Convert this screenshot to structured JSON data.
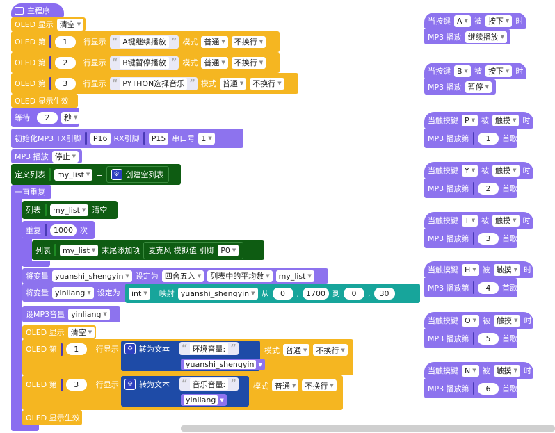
{
  "main": {
    "title": "主程序"
  },
  "left": {
    "oled_show": "OLED 显示",
    "clear": "清空",
    "oled_line": "OLED 第",
    "line_show": "行显示",
    "mode": "模式",
    "normal": "普通",
    "no_wrap": "不换行",
    "line1": "1",
    "line2": "2",
    "line3": "3",
    "text1": "A键继续播放",
    "text2": "B键暂停播放",
    "text3": "PYTHON选择音乐",
    "oled_apply": "OLED 显示生效",
    "wait": "等待",
    "wait_val": "2",
    "seconds": "秒",
    "init_mp3": "初始化MP3 TX引脚",
    "tx_pin": "P16",
    "rx_label": "RX引脚",
    "rx_pin": "P15",
    "port_label": "串口号",
    "port_val": "1",
    "mp3_play": "MP3 播放",
    "stop": "停止",
    "define_list": "定义列表",
    "my_list": "my_list",
    "equals": "=",
    "create_empty": "创建空列表",
    "forever": "一直重复",
    "list_label": "列表",
    "list_clear": "清空",
    "repeat": "重复",
    "repeat_val": "1000",
    "times": "次",
    "append_end": "末尾添加项",
    "mic_read": "麦克风 模拟值 引脚",
    "mic_pin": "P0",
    "set_var": "将变量",
    "var_yuanshi": "yuanshi_shengyin",
    "set_to": "设定为",
    "round": "四舍五入",
    "list_avg": "列表中的平均数",
    "var_yinliang": "yinliang",
    "int": "int",
    "map": "映射",
    "from": "从",
    "map_a": "0",
    "map_b": "1700",
    "to": "到",
    "map_c": "0",
    "map_d": "30",
    "set_vol": "设MP3音量",
    "to_text": "转为文本",
    "env_vol": "环境音量:",
    "music_vol": "音乐音量:"
  },
  "right": {
    "when_key": "当按键",
    "when_touch": "当触摸键",
    "is": "被",
    "press": "按下",
    "touch": "触摸",
    "at": "时",
    "mp3_play": "MP3 播放",
    "continue": "继续播放",
    "pause": "暂停",
    "play_nth": "MP3 播放第",
    "song": "首歌",
    "keys": [
      "A",
      "B"
    ],
    "touch_keys": [
      "P",
      "Y",
      "T",
      "H",
      "O",
      "N"
    ],
    "songs": [
      "1",
      "2",
      "3",
      "4",
      "5",
      "6"
    ]
  },
  "colors": {
    "event": "#8d73ee",
    "display": "#f5b621",
    "list": "#0e5c12",
    "math": "#17a59b",
    "control": "#8a6df0"
  }
}
